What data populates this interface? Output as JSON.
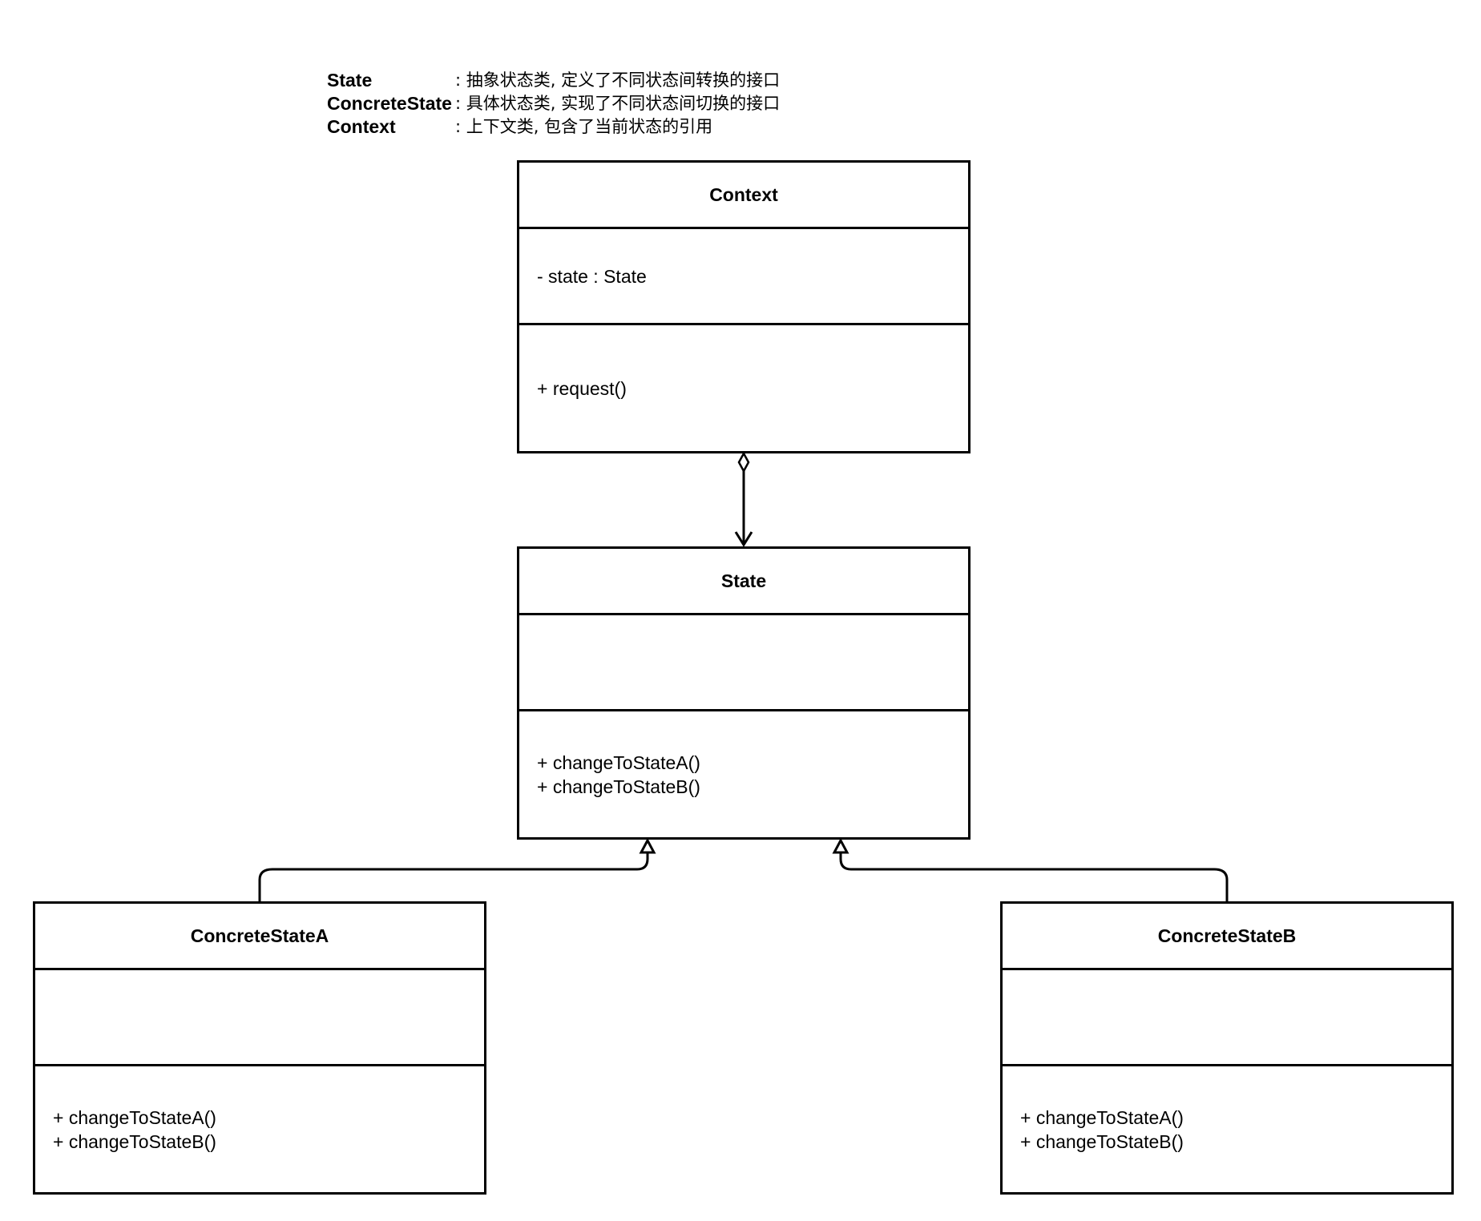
{
  "legend": [
    {
      "term": "State",
      "desc": ": 抽象状态类, 定义了不同状态间转换的接口"
    },
    {
      "term": "ConcreteState",
      "desc": ": 具体状态类, 实现了不同状态间切换的接口"
    },
    {
      "term": "Context",
      "desc": ": 上下文类, 包含了当前状态的引用"
    }
  ],
  "classes": {
    "context": {
      "name": "Context",
      "attributes": [
        "- state : State"
      ],
      "methods": [
        "+ request()"
      ]
    },
    "state": {
      "name": "State",
      "attributes": [],
      "methods": [
        "+ changeToStateA()",
        "+ changeToStateB()"
      ]
    },
    "concrete_a": {
      "name": "ConcreteStateA",
      "attributes": [],
      "methods": [
        "+ changeToStateA()",
        "+ changeToStateB()"
      ]
    },
    "concrete_b": {
      "name": "ConcreteStateB",
      "attributes": [],
      "methods": [
        "+ changeToStateA()",
        "+ changeToStateB()"
      ]
    }
  },
  "relationships": [
    {
      "type": "aggregation",
      "from": "Context",
      "to": "State"
    },
    {
      "type": "generalization",
      "from": "ConcreteStateA",
      "to": "State"
    },
    {
      "type": "generalization",
      "from": "ConcreteStateB",
      "to": "State"
    }
  ],
  "colors": {
    "line": "#000000",
    "background": "#ffffff"
  }
}
